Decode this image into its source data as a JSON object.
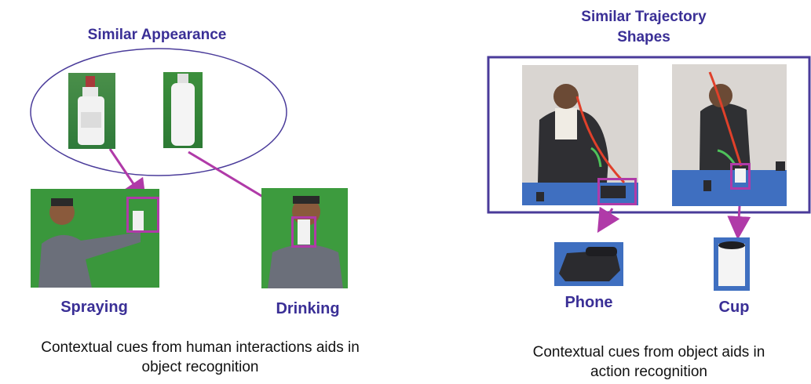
{
  "left": {
    "heading": "Similar Appearance",
    "labels": {
      "spraying": "Spraying",
      "drinking": "Drinking"
    },
    "caption_line1": "Contextual cues from human interactions aids in",
    "caption_line2": "object  recognition"
  },
  "right": {
    "heading_line1": "Similar Trajectory",
    "heading_line2": "Shapes",
    "labels": {
      "phone": "Phone",
      "cup": "Cup"
    },
    "caption_line1": "Contextual cues from object aids in",
    "caption_line2": "action recognition"
  },
  "colors": {
    "heading": "#3a2f96",
    "highlight": "#b03aa8",
    "frame": "#4a3b9a",
    "green_screen": "#3c9a3c",
    "table_blue": "#3f6fc0"
  }
}
